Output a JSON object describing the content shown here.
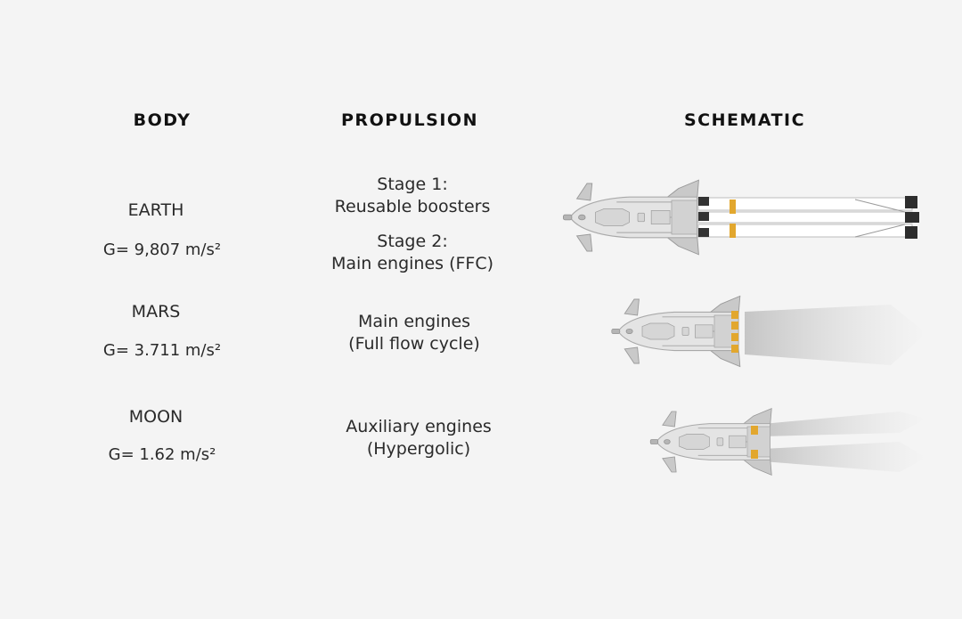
{
  "headers": {
    "body": "BODY",
    "propulsion": "PROPULSION",
    "schematic": "SCHEMATIC"
  },
  "rows": [
    {
      "body": "EARTH",
      "gravity": "G= 9,807 m/s²",
      "propulsion": [
        [
          "Stage 1:",
          "Reusable boosters"
        ],
        [
          "Stage 2:",
          "Main engines (FFC)"
        ]
      ]
    },
    {
      "body": "MARS",
      "gravity": "G= 3.711 m/s²",
      "propulsion": [
        [
          "Main engines",
          "(Full flow cycle)"
        ]
      ]
    },
    {
      "body": "MOON",
      "gravity": "G= 1.62 m/s²",
      "propulsion": [
        [
          "Auxiliary engines",
          "(Hypergolic)"
        ]
      ]
    }
  ],
  "colors": {
    "hull": "#e2e2e2",
    "hull_dark": "#a8a8a8",
    "engine": "#e2a72e",
    "booster_cap": "#333333",
    "plume": "#c8c8c8"
  }
}
